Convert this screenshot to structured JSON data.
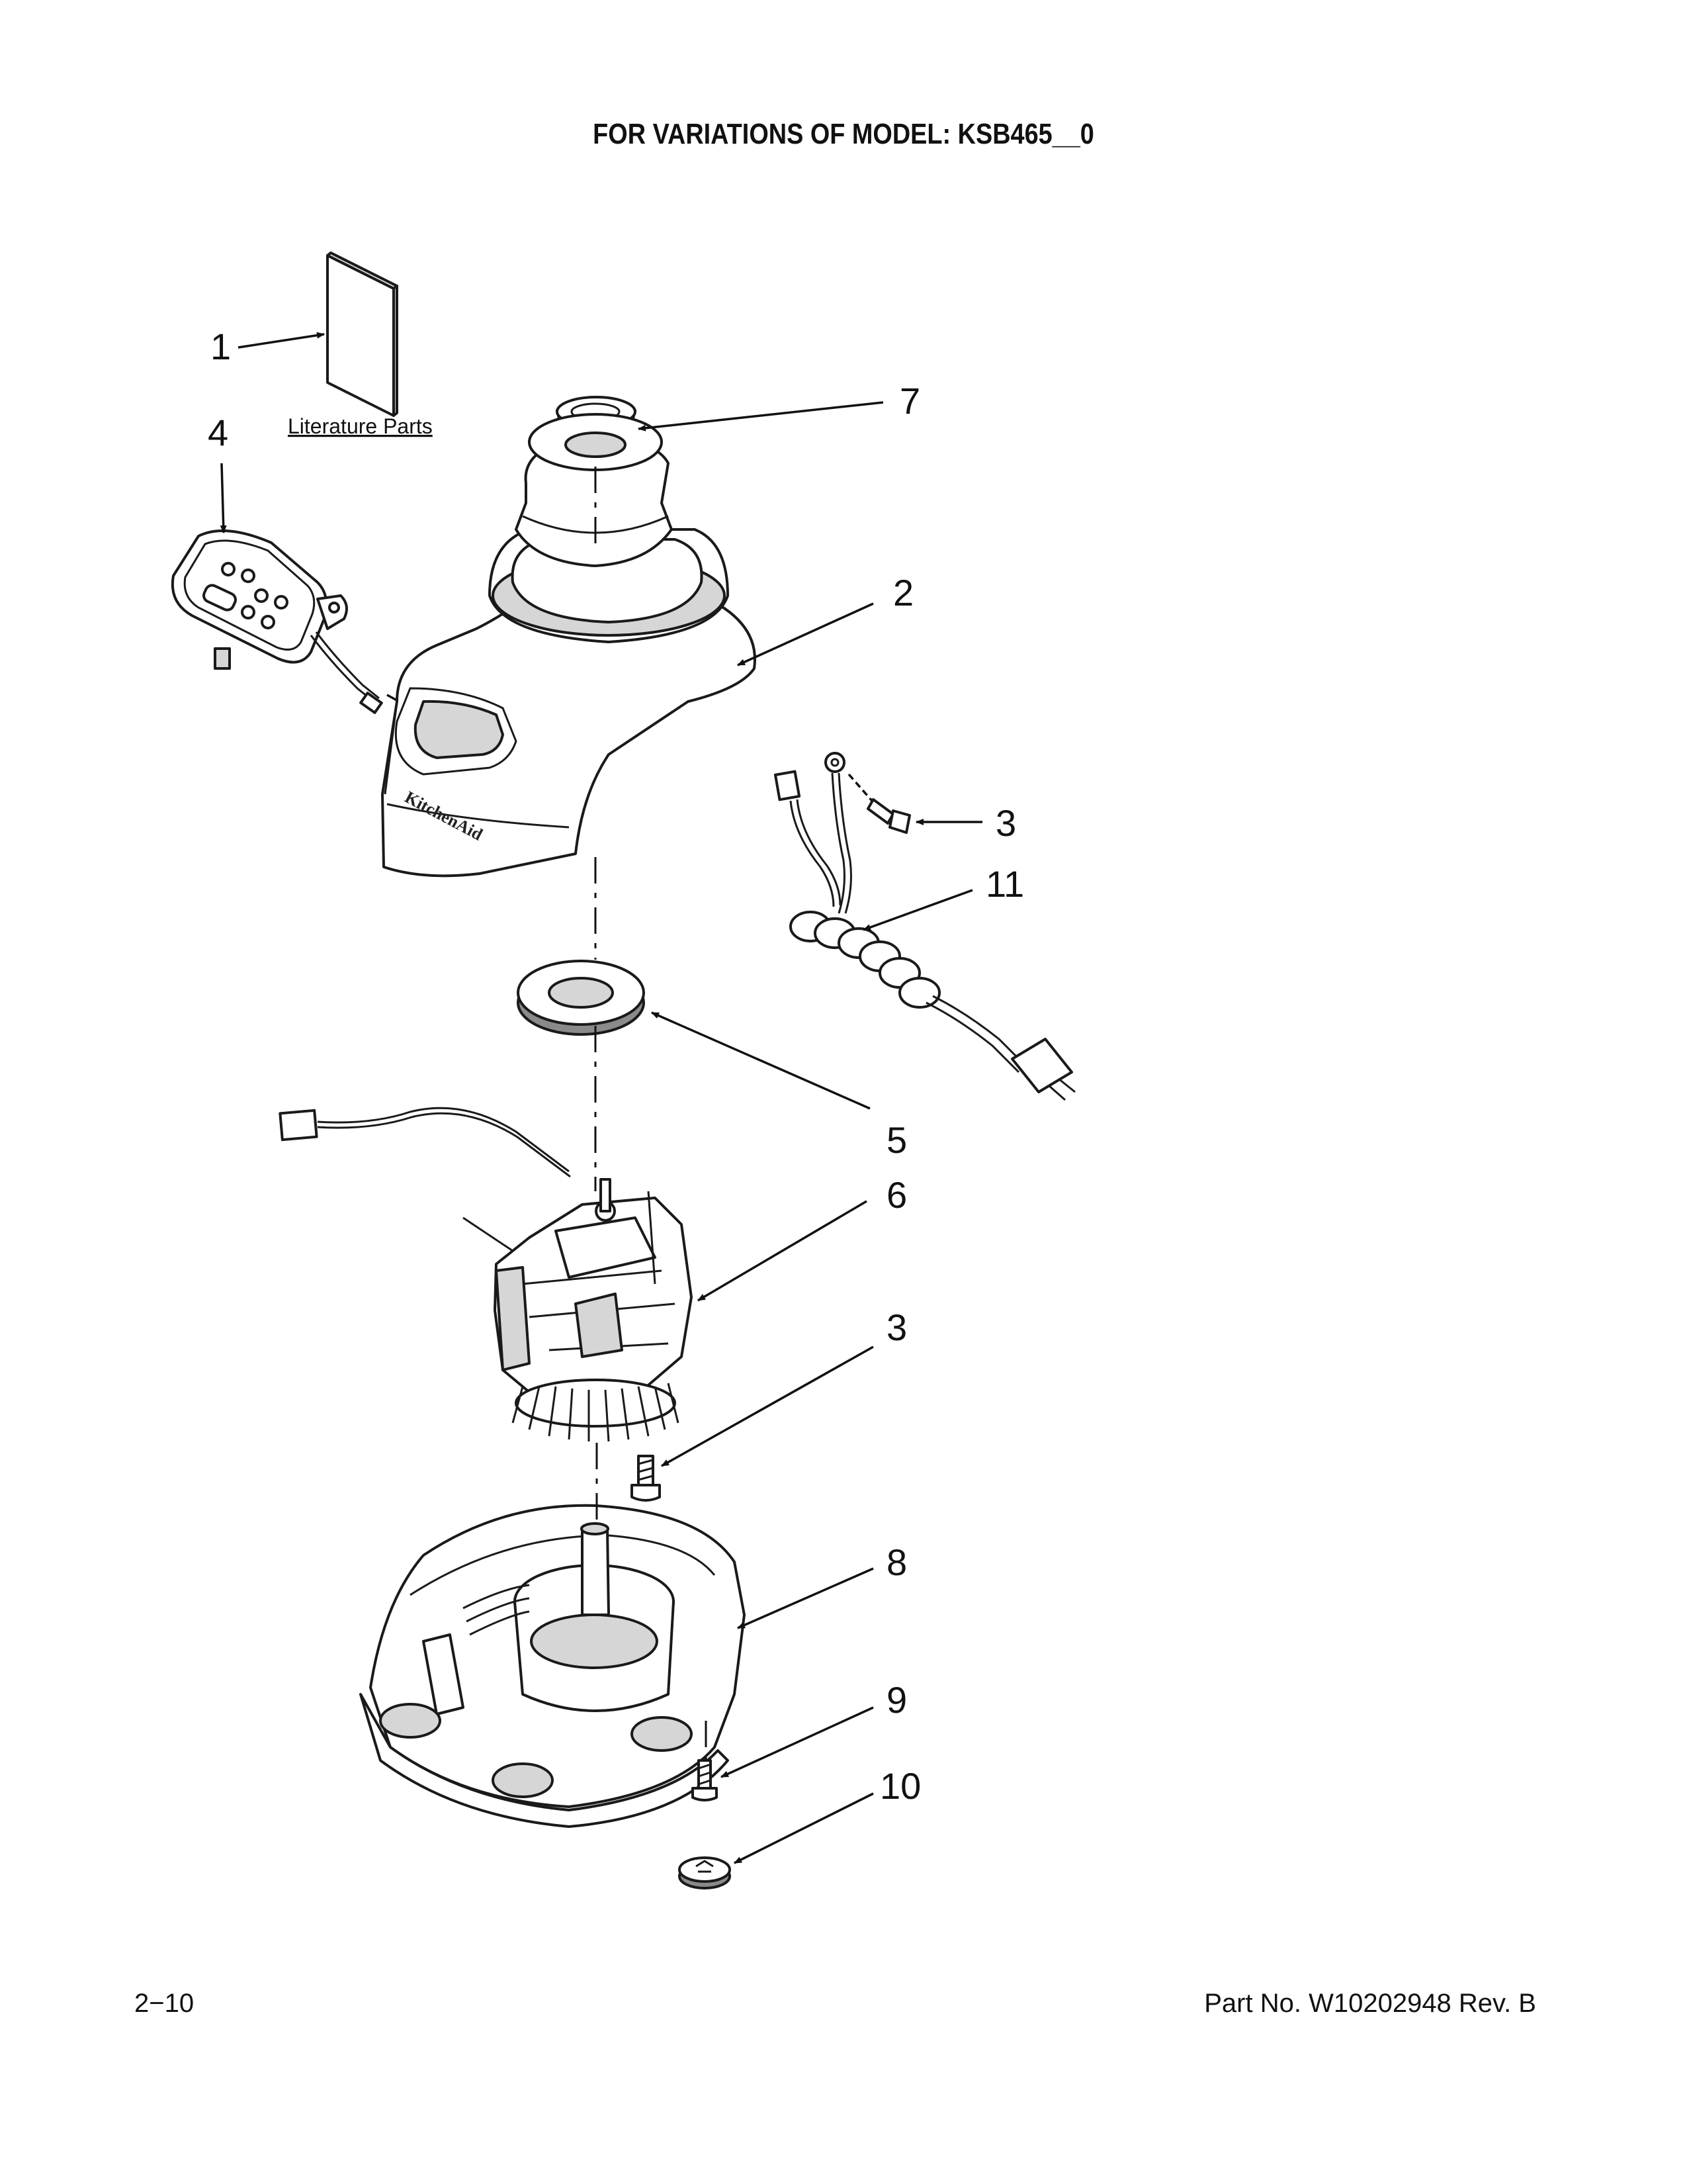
{
  "header": {
    "title": "FOR VARIATIONS OF MODEL: KSB465__0"
  },
  "footer": {
    "page_number": "2−10",
    "part_number": "Part No. W10202948 Rev. B"
  },
  "literature": {
    "label": "Literature Parts"
  },
  "base_logo_text": "KitchenAid",
  "callouts": {
    "c1": "1",
    "c2": "2",
    "c3a": "3",
    "c3b": "3",
    "c4": "4",
    "c5": "5",
    "c6": "6",
    "c7": "7",
    "c8": "8",
    "c9": "9",
    "c10": "10",
    "c11": "11"
  }
}
